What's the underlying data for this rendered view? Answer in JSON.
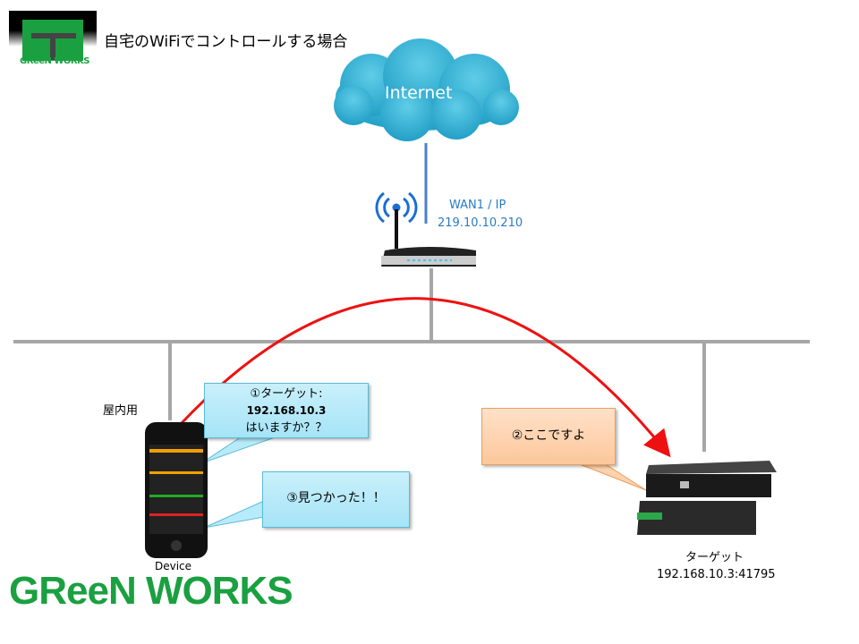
{
  "header": {
    "title": "自宅のWiFiでコントロールする場合",
    "logo_small_text": "GReeN WORKS"
  },
  "cloud": {
    "label": "Internet"
  },
  "router": {
    "wan_label": "WAN1 / IP",
    "wan_ip": "219.10.10.210"
  },
  "device": {
    "location_label": "屋内用",
    "label": "Device"
  },
  "target": {
    "label": "ターゲット",
    "address": "192.168.10.3:41795"
  },
  "callouts": {
    "step1_line1": "①ターゲット:",
    "step1_line2": "192.168.10.3",
    "step1_line3": "はいますか？？",
    "step2": "②ここですよ",
    "step3": "③見つかった！！"
  },
  "footer": {
    "logo_text": "GReeN WORKS"
  },
  "colors": {
    "green": "#1aa040",
    "arrow": "#ee1111",
    "wan_text": "#2a7bc4",
    "bus": "#a6a6a6"
  }
}
